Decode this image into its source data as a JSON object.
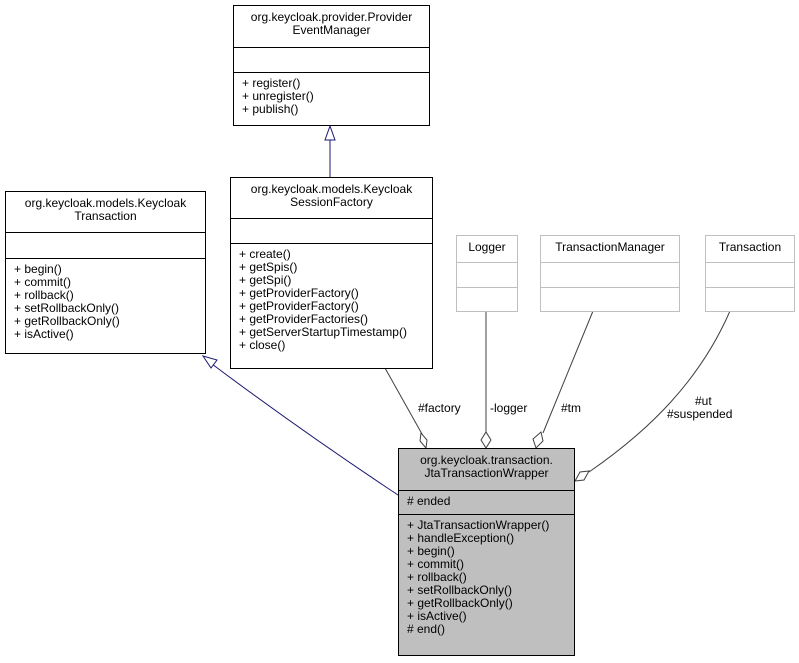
{
  "classes": {
    "pem": {
      "title": [
        "org.keycloak.provider.Provider",
        "EventManager"
      ],
      "attributes": [],
      "methods": [
        "+ register()",
        "+ unregister()",
        "+ publish()"
      ]
    },
    "kt": {
      "title": [
        "org.keycloak.models.Keycloak",
        "Transaction"
      ],
      "attributes": [],
      "methods": [
        "+ begin()",
        "+ commit()",
        "+ rollback()",
        "+ setRollbackOnly()",
        "+ getRollbackOnly()",
        "+ isActive()"
      ]
    },
    "ksf": {
      "title": [
        "org.keycloak.models.Keycloak",
        "SessionFactory"
      ],
      "attributes": [],
      "methods": [
        "+ create()",
        "+ getSpis()",
        "+ getSpi()",
        "+ getProviderFactory()",
        "+ getProviderFactory()",
        "+ getProviderFactories()",
        "+ getServerStartupTimestamp()",
        "+ close()"
      ]
    },
    "logger": {
      "title": [
        "Logger"
      ],
      "attributes": [],
      "methods": []
    },
    "tm": {
      "title": [
        "TransactionManager"
      ],
      "attributes": [],
      "methods": []
    },
    "tx": {
      "title": [
        "Transaction"
      ],
      "attributes": [],
      "methods": []
    },
    "jta": {
      "title": [
        "org.keycloak.transaction.",
        "JtaTransactionWrapper"
      ],
      "attributes": [
        "# ended"
      ],
      "methods": [
        "+ JtaTransactionWrapper()",
        "+ handleException()",
        "+ begin()",
        "+ commit()",
        "+ rollback()",
        "+ setRollbackOnly()",
        "+ getRollbackOnly()",
        "+ isActive()",
        "# end()"
      ]
    }
  },
  "edge_labels": {
    "factory": "#factory",
    "logger": "-logger",
    "tm": "#tm",
    "ut": "#ut",
    "suspended": "#suspended"
  },
  "colors": {
    "inheritance": "#191970",
    "association": "#404040",
    "focus_fill": "#bfbfbf"
  }
}
